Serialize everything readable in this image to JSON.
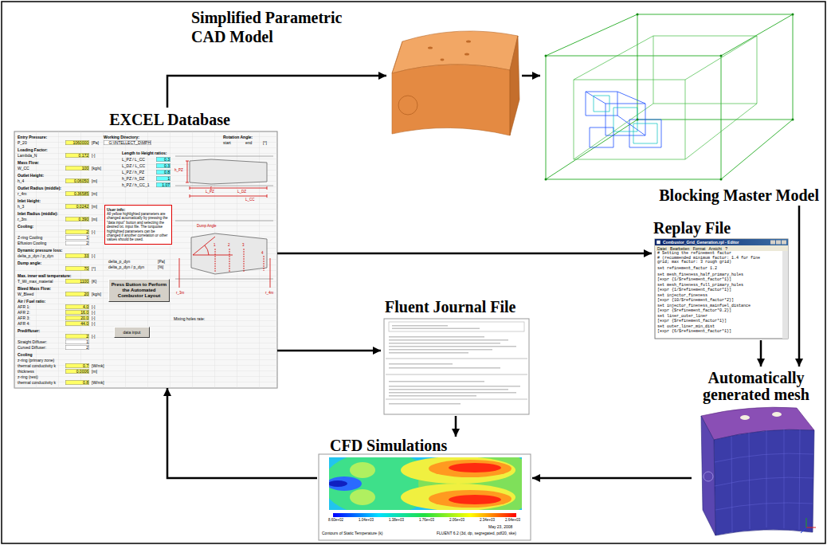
{
  "diagram": {
    "nodes": [
      {
        "text": [
          "Simplified Parametric CAD Model"
        ]
      },
      {
        "text": [
          "EXCEL Database"
        ]
      },
      {
        "text": [
          "Blocking Master Model"
        ]
      },
      {
        "text": [
          "User info:",
          "All yellow highlighted parameters are changed automatically by pressing the \"data input\" button and selecting the desired txt. input file. The turquoise highlighted parameters can be changed if another correlation or other values should be used."
        ],
        "in": 1
      },
      {
        "text": [
          "Press Button to Perform the Automated Combustor Layout"
        ],
        "in": 1
      },
      {
        "text": [
          "data input"
        ],
        "in": 1
      },
      {
        "text": [
          "Replay File"
        ]
      },
      {
        "text": [
          "Fluent Journal File"
        ]
      },
      {
        "text": [
          "CFD Simulations"
        ]
      },
      {
        "text": [
          "Automatically generated mesh"
        ]
      }
    ],
    "edges": [
      {
        "from": 1,
        "to": 0,
        "arrow": "to"
      },
      {
        "from": 0,
        "to": 2,
        "arrow": "to"
      },
      {
        "from": 1,
        "to": 6,
        "arrow": "to"
      },
      {
        "from": 2,
        "to": 9,
        "arrow": "to"
      },
      {
        "from": 1,
        "to": 7,
        "arrow": "to"
      },
      {
        "from": 6,
        "to": 9,
        "arrow": "to"
      },
      {
        "from": 7,
        "to": 8,
        "arrow": "to"
      },
      {
        "from": 9,
        "to": 8,
        "arrow": "to"
      },
      {
        "from": 8,
        "to": 1,
        "arrow": "to"
      }
    ],
    "labels": [
      "Entry Pressure:",
      "P_20",
      "1060000",
      "[Pa]",
      "Loading Factor:",
      "Lambda_N",
      "0.172",
      "[-]",
      "Mass Flow:",
      "W_CC",
      "100",
      "[kg/s]",
      "Outlet Height:",
      "h_4",
      "0.06050",
      "[m]",
      "Outlet Radius (middle):",
      "r_4m",
      "0.36585",
      "[m]",
      "Inlet Height:",
      "h_3",
      "0.0242",
      "[m]",
      "Inlet Radius (middle):",
      "r_3m",
      "0.390",
      "[m]",
      "Cooling:",
      "2",
      "[-]",
      "Z-ring Cooling",
      "1",
      "Effusion Cooling",
      "2",
      "Dynamic pressure loss:",
      "delta_p_dyn / p_dyn",
      "33",
      "[-]",
      "Dump angle:",
      "70",
      "[°]",
      "Max. inner wall temperature:",
      "T_Wi_max_material",
      "1100",
      "[K]",
      "Bleed Mass Flow:",
      "W_Bleed",
      "20",
      "[kg/s]",
      "Air / Fuel ratio:",
      "AFR 1:",
      "4.0",
      "[-]",
      "AFR 2:",
      "16.0",
      "[-]",
      "AFR 3:",
      "20.0",
      "[-]",
      "AFR 4:",
      "44.0",
      "[-]",
      "Prediffuser:",
      "2",
      "[-]",
      "Straight Diffuser:",
      "1",
      "Curved Diffuser:",
      "2",
      "Cooling",
      "z-ring (primary zone)",
      "thermal conductivity k",
      "0.7",
      "[W/mk]",
      "thickness",
      "0.0006",
      "[m]",
      "z-ring (rest)",
      "thermal conductivity k",
      "0.8",
      "[W/mk]",
      "Working Directory:",
      "G:\\INTELLECT_D\\MPH",
      "Length to Height ratios:",
      "L_PZ / L_CC",
      "0.3",
      "L_DZ / L_CC",
      "0.3",
      "L_PZ / h_PZ",
      "0.8",
      "h_PZ / h_DZ",
      "1",
      "h_PZ / h_CC_1",
      "1.07",
      "Rotation Angle:",
      "start",
      "end",
      "[°]",
      "L_PZ",
      "L_DZ",
      "L_CC",
      "h_PZ",
      "delta_p_dyn",
      "[Pa]",
      "delta_p_dyn / p_dyn",
      "[%]",
      "Dump Angle",
      "1",
      "2",
      "3",
      "4",
      "r_3m",
      "r_4m",
      "Mixing holes rate:",
      "Combustor_Grid_Generation.rpl - Editor",
      "Datei Bearbeiten Format Ansicht ?",
      "# Setting the refinement factor",
      "# (recommended minimum factor: 1.4 for fine",
      "grid; max factor: 3 rough grid)",
      "set refinement_factor 1.2",
      "set mesh_fineness_half_primary_holes",
      "[expr {1/$refinement_factor*1}]",
      "set mesh_fineness_full_primary_holes",
      "[expr {1/$refinement_factor*1}]",
      "set injector_fineness",
      "[expr {10/$refinement_factor*2}]",
      "set injector_fineness_mainfuel_distance",
      "[expr {$refinement_factor*0.2}]",
      "set liner_outer_liner",
      "[expr {$refinement_factor*1}]",
      "set outer_liner_min_dist",
      "[expr {6/$refinement_factor*1}]",
      "8.60e+02",
      "1.04e+03",
      "1.38e+03",
      "1.76e+03",
      "2.06e+03",
      "2.34e+03",
      "2.64e+03",
      "Contours of Static Temperature (k)",
      "May 23, 2008",
      "FLUENT 6.2 (3d, dp, segregated, pdf20, ske)"
    ]
  }
}
